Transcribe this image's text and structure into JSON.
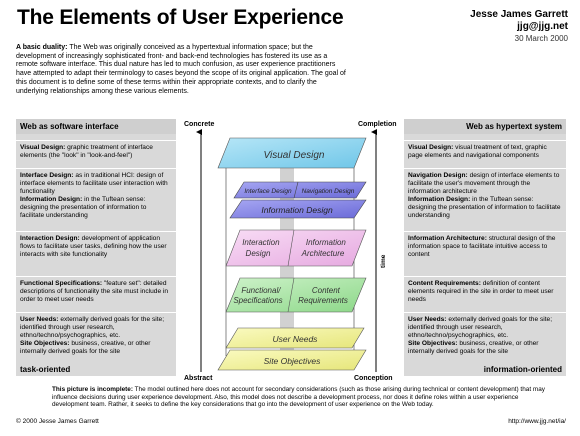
{
  "header": {
    "title": "The Elements of User Experience",
    "author": "Jesse James Garrett",
    "email": "jjg@jjg.net",
    "date": "30 March 2000"
  },
  "intro": {
    "lead": "A basic duality:",
    "text": "The Web was originally conceived as a hypertextual information space; but the development of increasingly sophisticated front- and back-end technologies has fostered its use as a remote software interface. This dual nature has led to much confusion, as user experience practitioners have attempted to adapt their terminology to cases beyond the scope of its original application. The goal of this document is to define some of these terms within their appropriate contexts, and to clarify the underlying relationships among these various elements."
  },
  "left_panel": {
    "heading": "Web as software interface",
    "footer": "task-oriented",
    "items": [
      {
        "term": "Visual Design:",
        "text": "graphic treatment of interface elements (the \"look\" in \"look-and-feel\")"
      },
      {
        "term": "Interface Design:",
        "text": "as in traditional HCI: design of interface elements to facilitate user interaction with functionality",
        "term2": "Information Design:",
        "text2": "in the Tuftean sense: designing the presentation of information to facilitate understanding"
      },
      {
        "term": "Interaction Design:",
        "text": "development of application flows to facilitate user tasks, defining how the user interacts with site functionality"
      },
      {
        "term": "Functional Specifications:",
        "text": "\"feature set\": detailed descriptions of functionality the site must include in order to meet user needs"
      },
      {
        "term": "User Needs:",
        "text": "externally derived goals for the site; identified through user research, ethno/techno/psychographics, etc.",
        "term2": "Site Objectives:",
        "text2": "business, creative, or other internally derived goals for the site"
      }
    ]
  },
  "right_panel": {
    "heading": "Web as hypertext system",
    "footer": "information-oriented",
    "items": [
      {
        "term": "Visual Design:",
        "text": "visual treatment of text, graphic page elements and navigational components"
      },
      {
        "term": "Navigation Design:",
        "text": "design of interface elements to facilitate the user's movement through the information architecture",
        "term2": "Information Design:",
        "text2": "in the Tuftean sense: designing the presentation of information to facilitate understanding"
      },
      {
        "term": "Information Architecture:",
        "text": "structural design of the information space to facilitate intuitive access to content"
      },
      {
        "term": "Content Requirements:",
        "text": "definition of content elements required in the site in order to meet user needs"
      },
      {
        "term": "User Needs:",
        "text": "externally derived goals for the site; identified through user research, ethno/techno/psychographics, etc.",
        "term2": "Site Objectives:",
        "text2": "business, creative, or other internally derived goals for the site"
      }
    ]
  },
  "diagram": {
    "axis_top_left": "Concrete",
    "axis_top_right": "Completion",
    "axis_bottom_left": "Abstract",
    "axis_bottom_right": "Conception",
    "time_label": "time",
    "planes": {
      "visual_design": "Visual Design",
      "interface_design": "Interface Design",
      "navigation_design": "Navigation Design",
      "information_design": "Information Design",
      "interaction_design": "Interaction Design",
      "information_architecture": "Information Architecture",
      "functional_specifications": "Functional Specifications",
      "content_requirements": "Content Requirements",
      "user_needs": "User Needs",
      "site_objectives": "Site Objectives"
    },
    "colors": {
      "visual": "#8fd3ef",
      "interface": "#8f8fe8",
      "information": "#7f7fe0",
      "interaction": "#f2c2ee",
      "functional": "#aee6aa",
      "needs": "#f2f29a",
      "objectives": "#ecec8c"
    }
  },
  "footer": {
    "lead": "This picture is incomplete:",
    "text": "The model outlined here does not account for secondary considerations (such as those arising during technical or content development) that may influence decisions during user experience development. Also, this model does not describe a development process, nor does it define roles within a user experience development team. Rather, it seeks to define the key considerations that go into the development of user experience on the Web today.",
    "copyright": "© 2000 Jesse James Garrett",
    "url": "http://www.jjg.net/ia/"
  }
}
